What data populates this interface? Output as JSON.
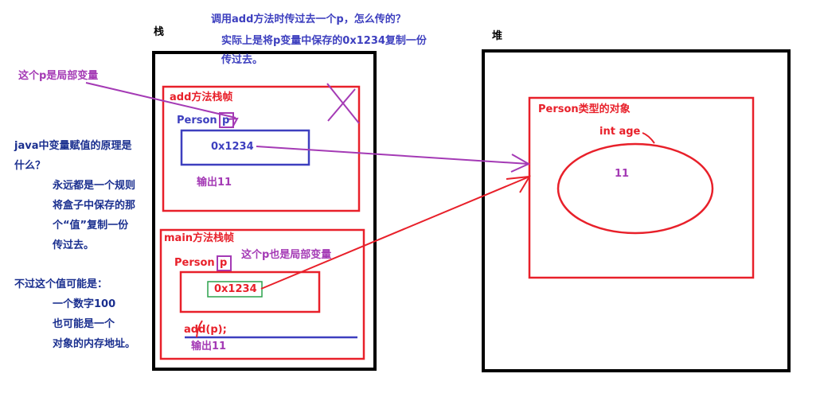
{
  "colors": {
    "black": "#000000",
    "red": "#e8202a",
    "blue": "#3d3fbf",
    "purple": "#a43ab5",
    "green": "#2ca24c",
    "navy": "#1a2f8f"
  },
  "stack": {
    "label": "栈"
  },
  "heap": {
    "label": "堆"
  },
  "top_note": {
    "line1": "调用add方法时传过去一个p，怎么传的？",
    "line2": "实际上是将p变量中保存的0x1234复制一份",
    "line3": "传过去。"
  },
  "left_notes": {
    "local_var": "这个p是局部变量",
    "principle_q1": "java中变量赋值的原理是",
    "principle_q2": "什么？",
    "rule_1": "永远都是一个规则",
    "rule_2": "将盒子中保存的那",
    "rule_3": "个“值”复制一份",
    "rule_4": "传过去。",
    "maybe": "不过这个值可能是：",
    "maybe_1": "一个数字100",
    "maybe_2": "也可能是一个",
    "maybe_3": "对象的内存地址。"
  },
  "add_frame": {
    "title": "add方法栈帧",
    "decl": "Person ",
    "var": "p",
    "value": "0x1234",
    "output": "输出11"
  },
  "main_frame": {
    "title": "main方法栈帧",
    "decl": "Person ",
    "var": "p",
    "note": "这个p也是局部变量",
    "value": "0x1234",
    "call": "add(p);",
    "output": "输出11"
  },
  "heap_object": {
    "title": "Person类型的对象",
    "field": "int age",
    "value": "11"
  }
}
